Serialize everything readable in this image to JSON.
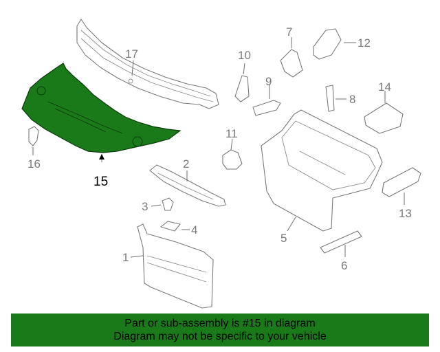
{
  "diagram": {
    "highlight_color": "#1a7a1a",
    "highlighted_part": "15",
    "callouts": [
      "1",
      "2",
      "3",
      "4",
      "5",
      "6",
      "7",
      "8",
      "9",
      "10",
      "11",
      "12",
      "13",
      "14",
      "15",
      "16",
      "17"
    ]
  },
  "banner": {
    "line1": "Part or sub-assembly is #15 in diagram",
    "line2": "Diagram may not be specific to your vehicle",
    "background": "#1a7a1a"
  }
}
